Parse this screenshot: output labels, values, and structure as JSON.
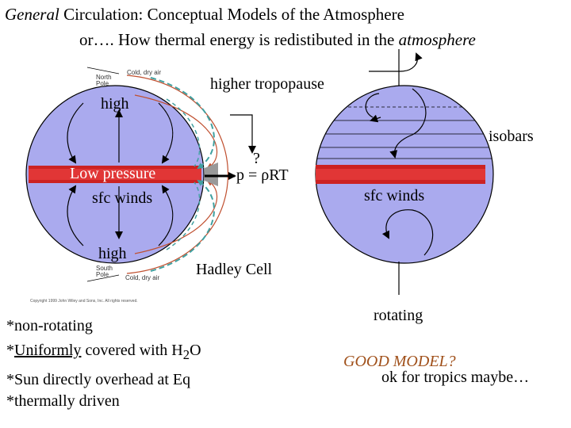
{
  "title": {
    "line1_em": "General",
    "line1_rest": " Circulation: Conceptual Models of the Atmosphere",
    "line2_pre": "or…. How thermal energy is redistibuted in the ",
    "line2_em": "atmosphere"
  },
  "left_globe": {
    "north_pole": [
      "North",
      "Pole"
    ],
    "south_pole": [
      "South",
      "Pole"
    ],
    "cold_dry_air_top": "Cold, dry air",
    "cold_dry_air_bottom": "Cold, dry air",
    "high_top": "high",
    "high_bottom": "high",
    "low_pressure": "Low pressure",
    "sfc_winds": "sfc winds",
    "higher_tropopause": "higher tropopause",
    "question": "?",
    "equation": "p = ρRT",
    "hadley_cell": "Hadley Cell",
    "copyright": "Copyright 1999 John Wiley and Sons, Inc. All rights reserved."
  },
  "right_globe": {
    "isobars": "isobars",
    "sfc_winds": "sfc winds",
    "rotating": "rotating",
    "good_model": "GOOD MODEL?",
    "tropics": "ok for tropics maybe…"
  },
  "assumptions": {
    "non_rotating": "*non-rotating",
    "uniformly": "Uniformly",
    "covered_pre": " covered with H",
    "covered_sub": "2",
    "covered_post": "O",
    "sun": "*Sun directly overhead at Eq",
    "thermal": "*thermally driven"
  },
  "colors": {
    "globe_fill": "#aaaaee",
    "equator_band": "#cc2222",
    "arc": "#c05030",
    "dashed": "#40a0a0"
  }
}
